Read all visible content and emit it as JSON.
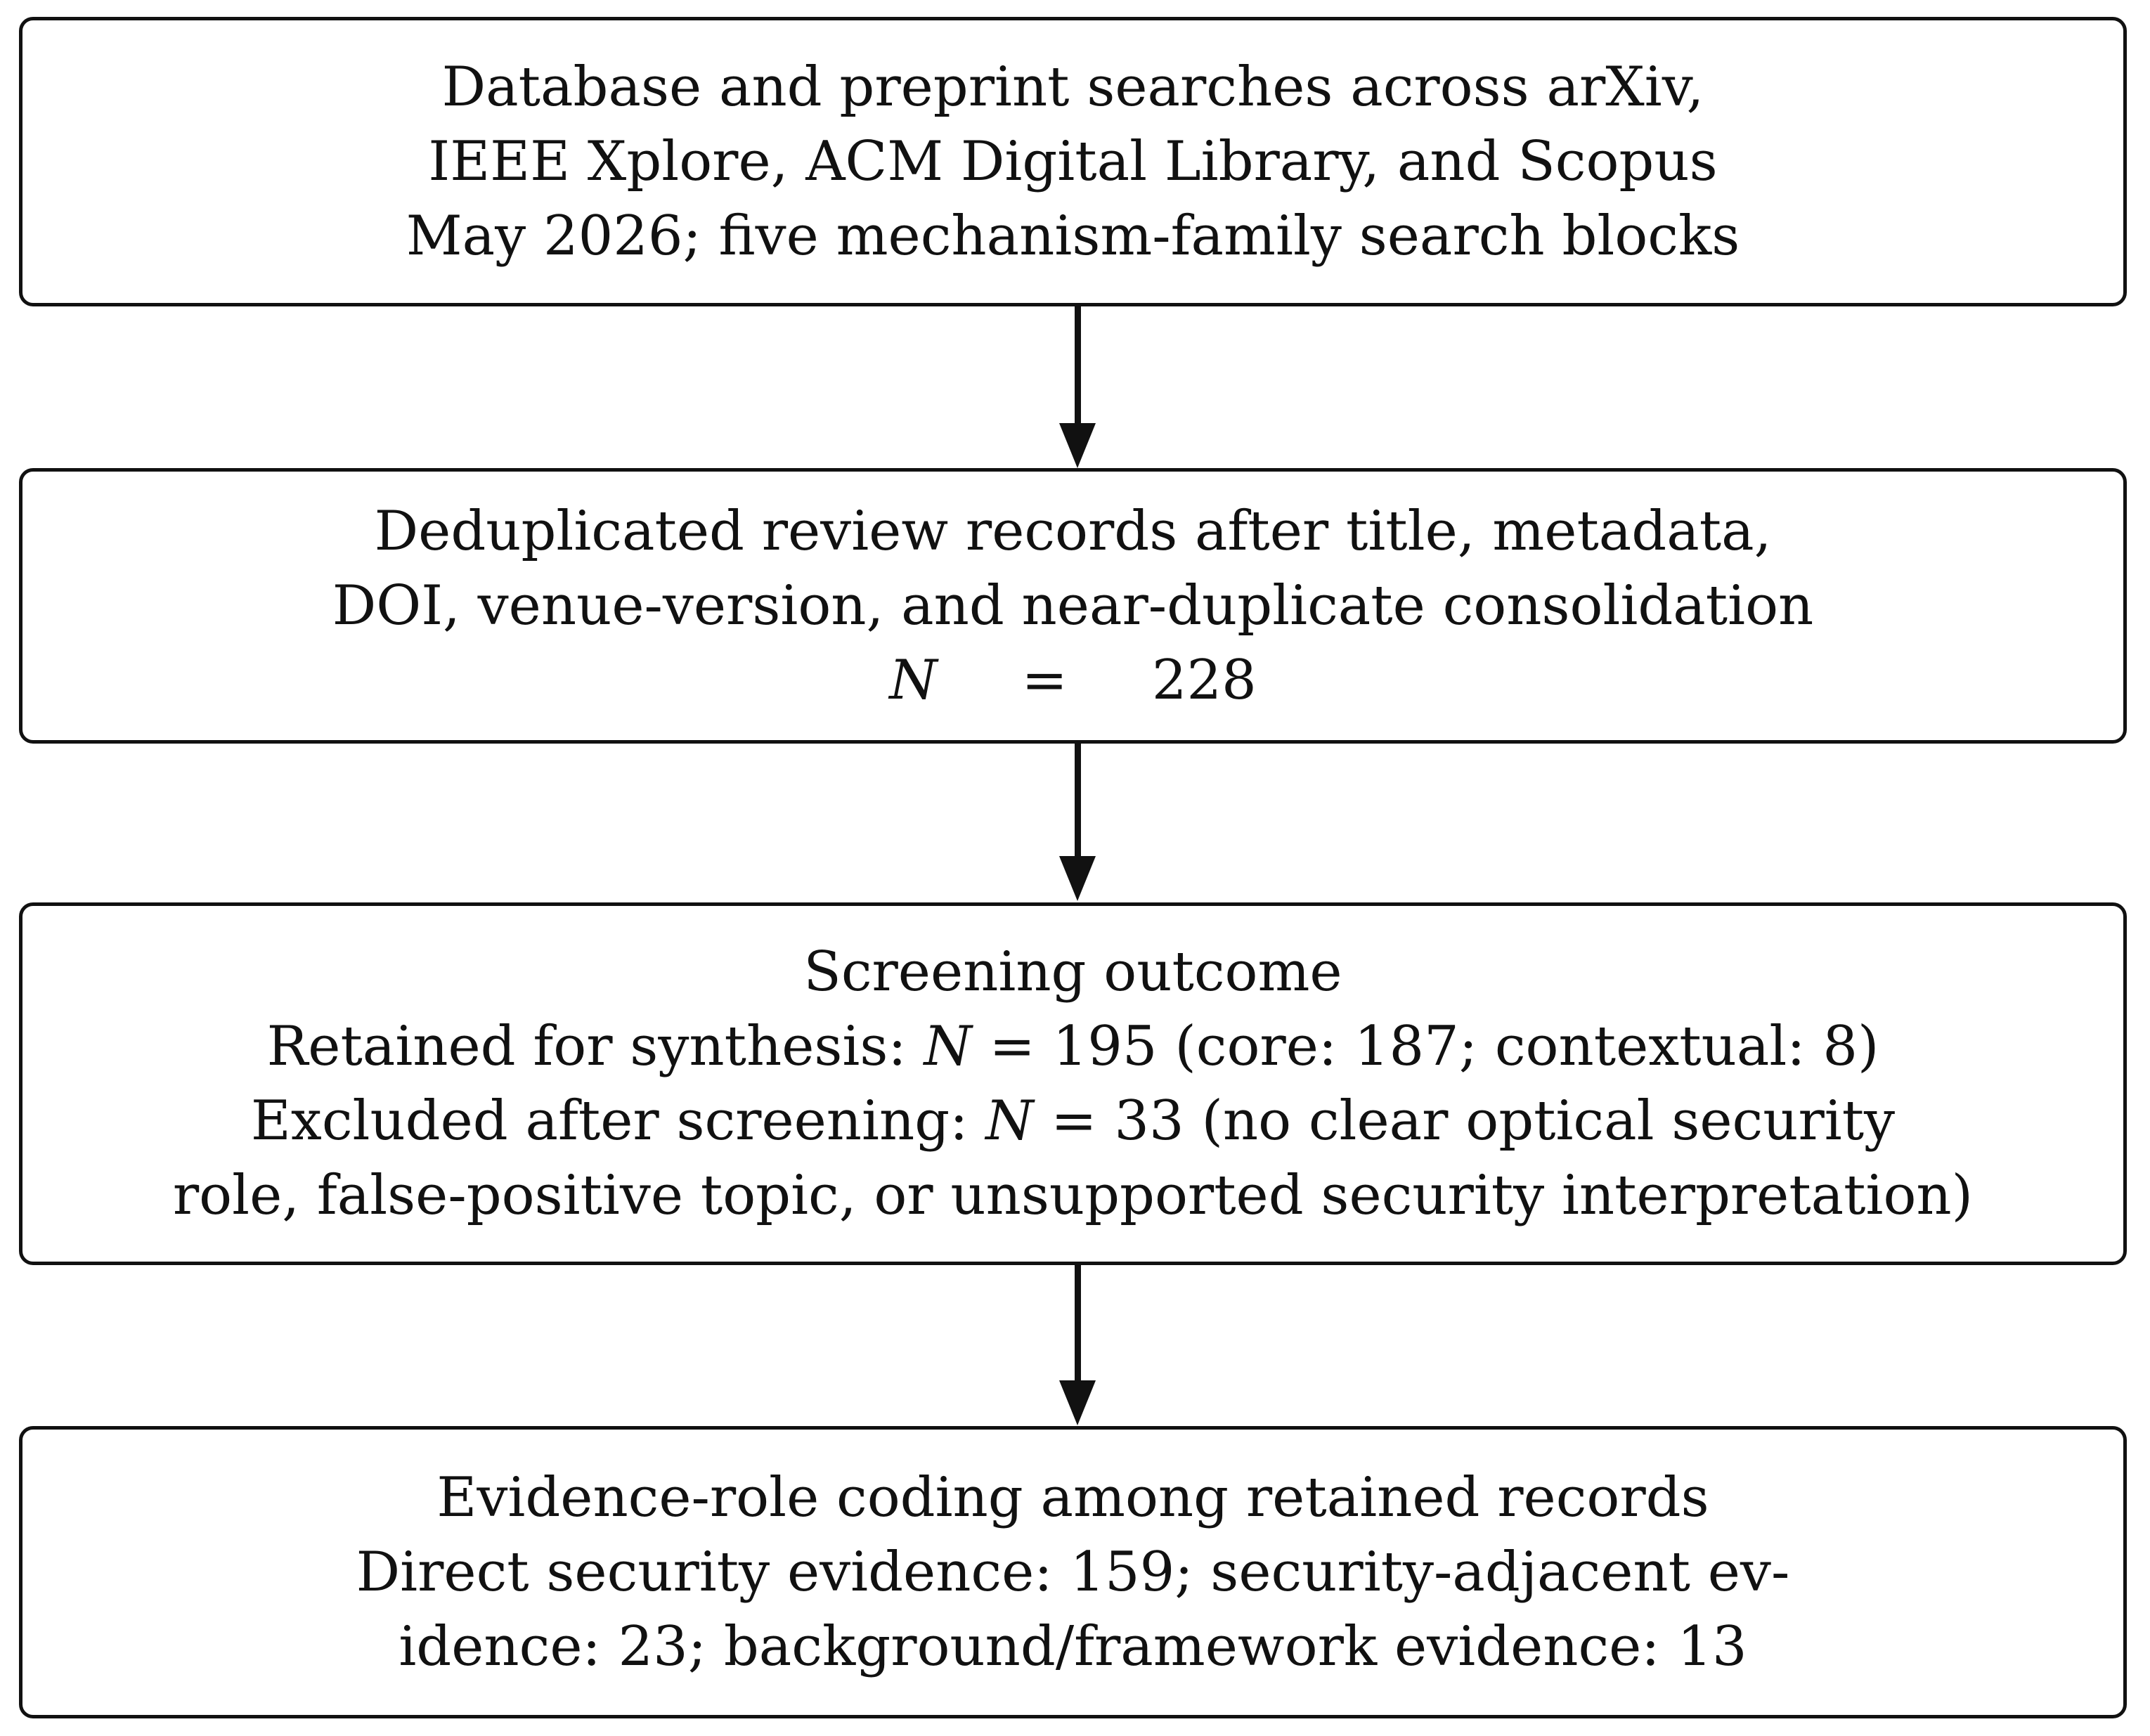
{
  "flow": {
    "search": {
      "lines": [
        "Database and preprint searches across arXiv,",
        "IEEE Xplore, ACM Digital Library, and Scopus",
        "May 2026; five mechanism-family search blocks"
      ]
    },
    "dedup": {
      "lines": [
        "Deduplicated review records after title, metadata,",
        "DOI, venue-version, and near-duplicate consolidation"
      ],
      "count_symbol": "N",
      "count_equals": "=",
      "count_value": "228"
    },
    "screening": {
      "title": "Screening outcome",
      "retained": {
        "label": "Retained for synthesis:",
        "symbol": "N",
        "equals": "=",
        "value": "195 (core: 187; contextual: 8)"
      },
      "excluded": {
        "label": "Excluded after screening:",
        "symbol": "N",
        "equals": "=",
        "value": "33 (no clear optical security",
        "continuation": "role, false-positive topic, or unsupported security interpretation)"
      }
    },
    "coding": {
      "lines": [
        "Evidence-role coding among retained records",
        "Direct security evidence: 159; security-adjacent ev-",
        "idence: 23; background/framework evidence: 13"
      ]
    }
  }
}
